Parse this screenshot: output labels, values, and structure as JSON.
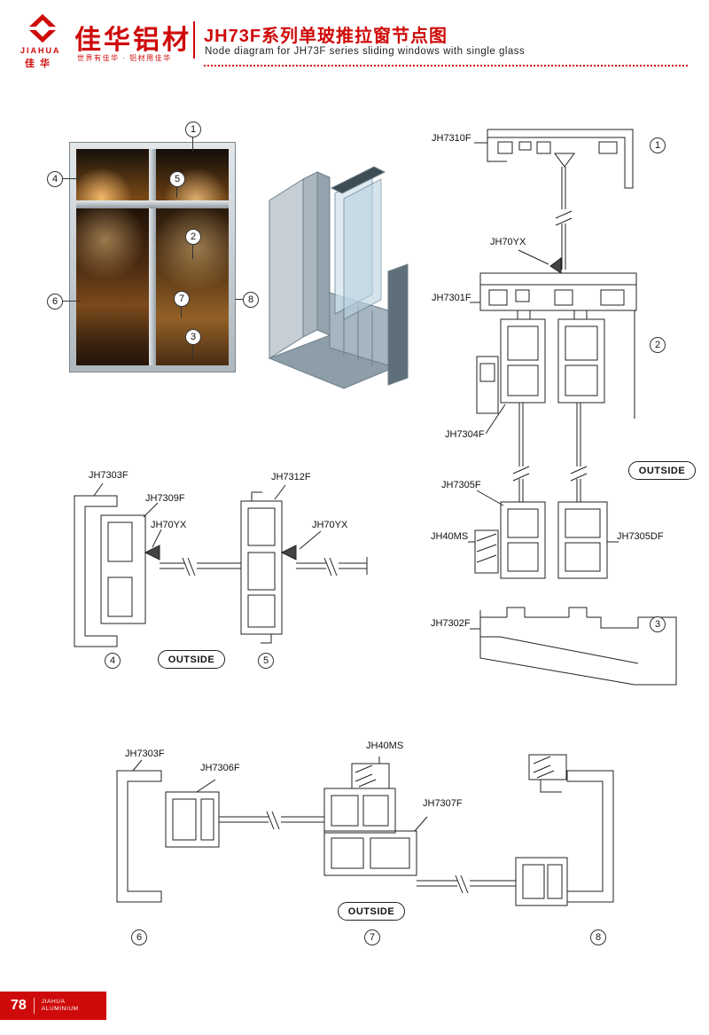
{
  "colors": {
    "brand_red": "#cf0a0a",
    "line": "#222222"
  },
  "icons": {
    "logo_emblem": "jiahua-knot-icon"
  },
  "header": {
    "logo_en": "JIAHUA",
    "logo_cn": "佳华",
    "brand_cn": "佳华铝材",
    "slogan": "世界有佳华 · 铝材用佳华",
    "title_cn": "JH73F系列单玻推拉窗节点图",
    "title_en": "Node diagram for JH73F series sliding windows with single glass"
  },
  "callouts": {
    "n1": "1",
    "n2": "2",
    "n3": "3",
    "n4": "4",
    "n5": "5",
    "n6": "6",
    "n7": "7",
    "n8": "8"
  },
  "outside_label": "OUTSIDE",
  "diagram_right": {
    "labels": {
      "jh7310f": "JH7310F",
      "jh70yx": "JH70YX",
      "jh7301f": "JH7301F",
      "jh7304f": "JH7304F",
      "jh7305f": "JH7305F",
      "jh40ms": "JH40MS",
      "jh7305df": "JH7305DF",
      "jh7302f": "JH7302F"
    }
  },
  "diagram_middle": {
    "labels": {
      "jh7303f": "JH7303F",
      "jh7309f": "JH7309F",
      "jh70yx_left": "JH70YX",
      "jh7312f": "JH7312F",
      "jh70yx_right": "JH70YX"
    }
  },
  "diagram_bottom": {
    "labels": {
      "jh7303f": "JH7303F",
      "jh7306f": "JH7306F",
      "jh40ms": "JH40MS",
      "jh7307f": "JH7307F"
    }
  },
  "footer": {
    "page_number": "78",
    "brand_line1": "JIAHUA",
    "brand_line2": "ALUMINIUM"
  }
}
